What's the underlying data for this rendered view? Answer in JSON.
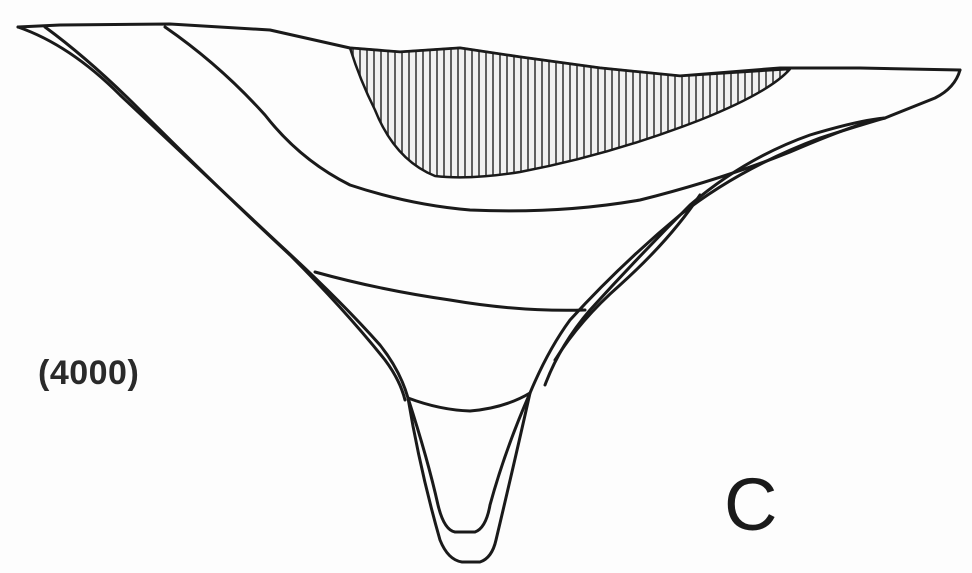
{
  "figure": {
    "depth_label": "(4000)",
    "panel_label": "C",
    "colors": {
      "line": "#1a1a1a",
      "background": "#fdfdfd",
      "hatch_fill": "#f1f1f1",
      "hatch_stroke": "#3a3a3a"
    },
    "layers": [
      "surface-hatched-lens",
      "upper-band",
      "middle-band",
      "lower-band",
      "inner-channel",
      "outer-margin"
    ]
  }
}
